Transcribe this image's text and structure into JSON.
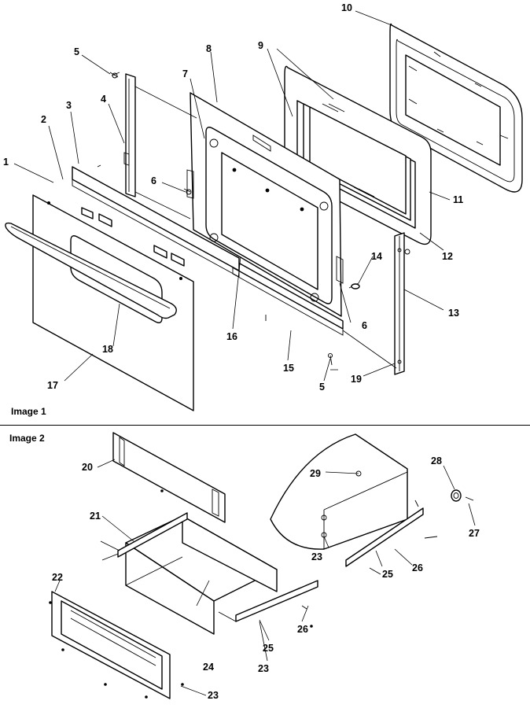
{
  "sections": [
    {
      "id": "image-1",
      "title": "Image 1"
    },
    {
      "id": "image-2",
      "title": "Image 2"
    }
  ],
  "callouts": [
    {
      "id": "c1",
      "label": "1"
    },
    {
      "id": "c2",
      "label": "2"
    },
    {
      "id": "c3",
      "label": "3"
    },
    {
      "id": "c4",
      "label": "4"
    },
    {
      "id": "c5a",
      "label": "5"
    },
    {
      "id": "c5b",
      "label": "5"
    },
    {
      "id": "c6a",
      "label": "6"
    },
    {
      "id": "c6b",
      "label": "6"
    },
    {
      "id": "c7",
      "label": "7"
    },
    {
      "id": "c8",
      "label": "8"
    },
    {
      "id": "c9",
      "label": "9"
    },
    {
      "id": "c10",
      "label": "10"
    },
    {
      "id": "c11",
      "label": "11"
    },
    {
      "id": "c12",
      "label": "12"
    },
    {
      "id": "c13",
      "label": "13"
    },
    {
      "id": "c14",
      "label": "14"
    },
    {
      "id": "c15",
      "label": "15"
    },
    {
      "id": "c16",
      "label": "16"
    },
    {
      "id": "c17",
      "label": "17"
    },
    {
      "id": "c18",
      "label": "18"
    },
    {
      "id": "c19",
      "label": "19"
    },
    {
      "id": "c20",
      "label": "20"
    },
    {
      "id": "c21",
      "label": "21"
    },
    {
      "id": "c22",
      "label": "22"
    },
    {
      "id": "c23a",
      "label": "23"
    },
    {
      "id": "c23b",
      "label": "23"
    },
    {
      "id": "c23c",
      "label": "23"
    },
    {
      "id": "c24",
      "label": "24"
    },
    {
      "id": "c25a",
      "label": "25"
    },
    {
      "id": "c25b",
      "label": "25"
    },
    {
      "id": "c26a",
      "label": "26"
    },
    {
      "id": "c26b",
      "label": "26"
    },
    {
      "id": "c27",
      "label": "27"
    },
    {
      "id": "c28",
      "label": "28"
    },
    {
      "id": "c29",
      "label": "29"
    }
  ]
}
